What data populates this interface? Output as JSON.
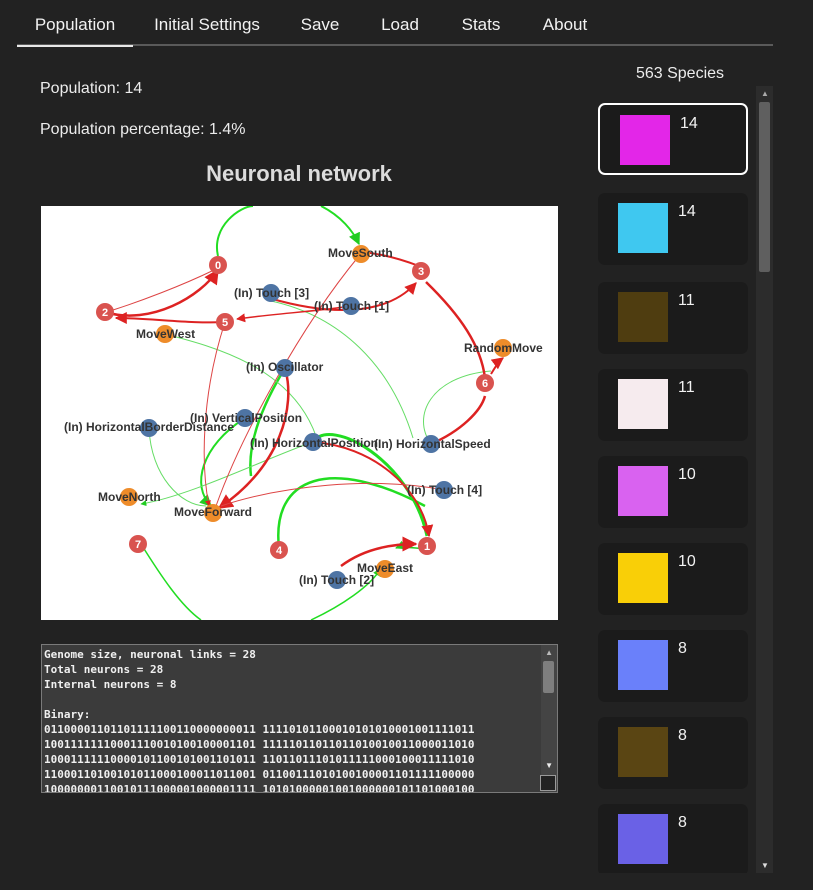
{
  "tabs": [
    {
      "label": "Population",
      "active": true
    },
    {
      "label": "Initial Settings"
    },
    {
      "label": "Save"
    },
    {
      "label": "Load"
    },
    {
      "label": "Stats"
    },
    {
      "label": "About"
    }
  ],
  "info": {
    "population": "Population: 14",
    "percentage": "Population percentage: 1.4%"
  },
  "network": {
    "title": "Neuronal network",
    "internal_nodes": [
      "0",
      "1",
      "2",
      "3",
      "4",
      "5",
      "6",
      "7"
    ],
    "input_nodes": [
      "(In) Touch [3]",
      "(In) Touch [1]",
      "(In) Oscillator",
      "(In) VerticalPosition",
      "(In) HorizontalBorderDistance",
      "(In) HorizontalPosition",
      "(In) HorizontalSpeed",
      "(In) Touch [4]",
      "(In) Touch [2]"
    ],
    "output_nodes": [
      "MoveSouth",
      "MoveWest",
      "RandomMove",
      "MoveNorth",
      "MoveForward",
      "MoveEast"
    ],
    "colors": {
      "internal": "#d9534f",
      "input": "#4e74a4",
      "output": "#ee8c2a",
      "excitatory": "#22dd22",
      "inhibitory": "#dd2222"
    }
  },
  "genome": {
    "lines": [
      "Genome size, neuronal links = 28",
      "Total neurons = 28",
      "Internal neurons = 8",
      "",
      "Binary:",
      "01100001101101111100110000000011 11110101100010101010001001111011",
      "10011111110001110010100100001101 11111011011011010010011000011010",
      "10001111110000101100101001101011 11011011101011111000100011111010",
      "11000110100101011000100011011001 01100111010100100001101111100000",
      "10000000110010111000001000001111 10101000001001000000101101000100"
    ]
  },
  "species": {
    "header": "563 Species",
    "items": [
      {
        "count": "14",
        "color": "#e326e8",
        "selected": true
      },
      {
        "count": "14",
        "color": "#3fc8f0"
      },
      {
        "count": "11",
        "color": "#4f3d10"
      },
      {
        "count": "11",
        "color": "#f6ebee"
      },
      {
        "count": "10",
        "color": "#d962f0"
      },
      {
        "count": "10",
        "color": "#f9cf07"
      },
      {
        "count": "8",
        "color": "#6a80fa"
      },
      {
        "count": "8",
        "color": "#5a4513"
      },
      {
        "count": "8",
        "color": "#6a61e6"
      }
    ]
  }
}
